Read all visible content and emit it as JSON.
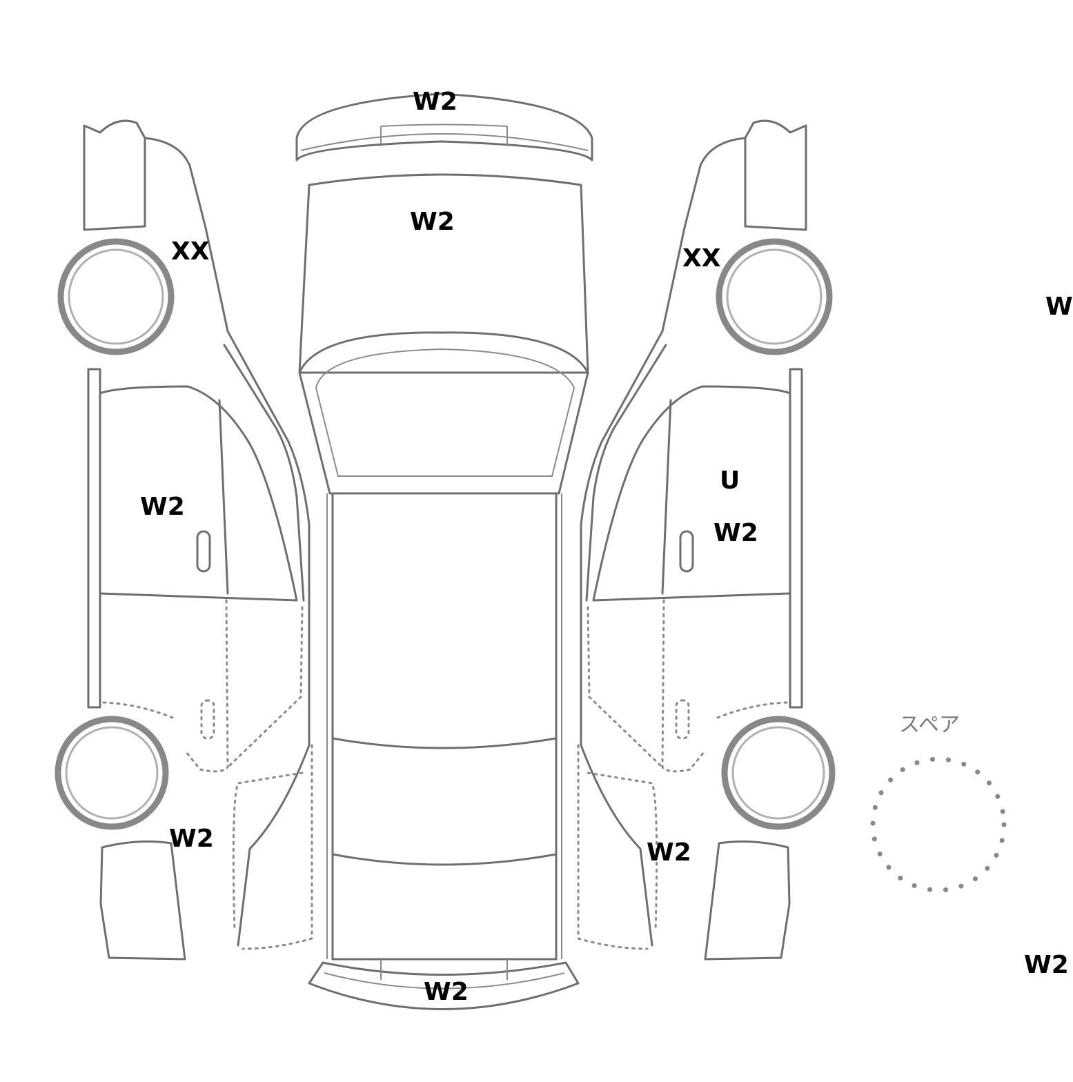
{
  "marks": {
    "roof_top": "W2",
    "hood": "W2",
    "left_front_fender": "XX",
    "right_front_fender": "XX",
    "left_front_door": "W2",
    "right_front_door_1": "U",
    "right_front_door_2": "W2",
    "left_rear_quarter": "W2",
    "right_rear_quarter": "W2",
    "rear_bumper": "W2",
    "edge_upper": "W",
    "edge_lower": "W2"
  },
  "spare": {
    "label": "スペア"
  }
}
